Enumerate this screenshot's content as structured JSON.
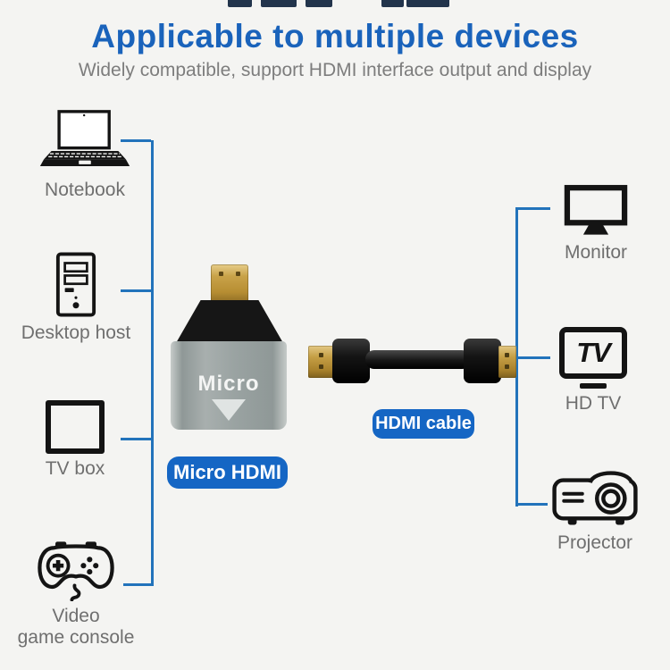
{
  "header": {
    "title": "Applicable to multiple devices",
    "subtitle": "Widely compatible, support HDMI interface output and display"
  },
  "left_devices": [
    {
      "label": "Notebook",
      "icon": "laptop-icon"
    },
    {
      "label": "Desktop host",
      "icon": "tower-pc-icon"
    },
    {
      "label": "TV box",
      "icon": "tv-box-icon"
    },
    {
      "label_line1": "Video",
      "label_line2": "game console",
      "icon": "gamepad-icon"
    }
  ],
  "right_devices": [
    {
      "label": "Monitor",
      "icon": "monitor-icon"
    },
    {
      "label": "HD TV",
      "icon": "hdtv-icon"
    },
    {
      "label": "Projector",
      "icon": "projector-icon"
    }
  ],
  "center": {
    "adapter_text": "Micro",
    "adapter_badge": "Micro HDMI",
    "cable_badge": "HDMI cable",
    "tv_icon_text": "TV"
  },
  "colors": {
    "title_blue": "#1a63bb",
    "badge_blue": "#1566c4",
    "line_blue": "#2273bb",
    "label_gray": "#6f6f6f",
    "icon_black": "#141414",
    "adapter_gray": "#9aa3a2",
    "gold": "#c8a249"
  }
}
